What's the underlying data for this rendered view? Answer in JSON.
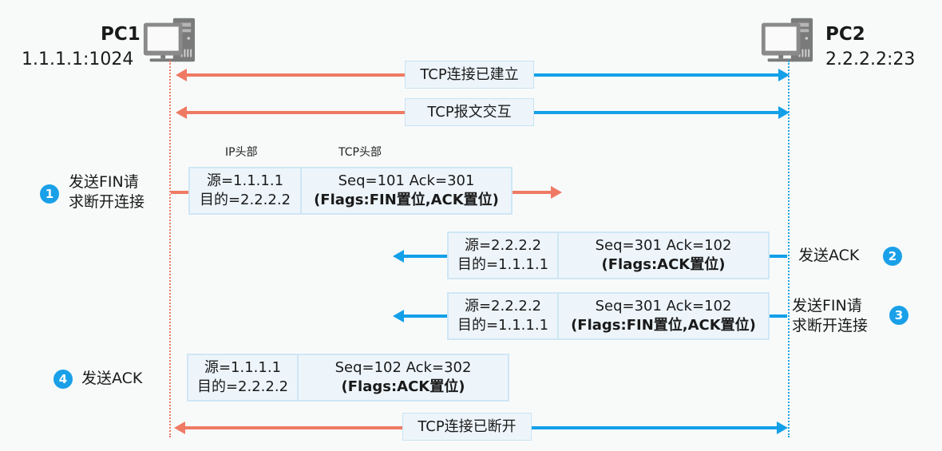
{
  "hosts": {
    "left": {
      "name": "PC1",
      "address": "1.1.1.1:1024",
      "icon": "desktop-computer-icon"
    },
    "right": {
      "name": "PC2",
      "address": "2.2.2.2:23",
      "icon": "desktop-computer-icon"
    }
  },
  "banners": {
    "established": "TCP连接已建立",
    "exchange": "TCP报文交互",
    "closed": "TCP连接已断开"
  },
  "header_labels": {
    "ip": "IP头部",
    "tcp": "TCP头部"
  },
  "steps": [
    {
      "number": "1",
      "text_line1": "发送FIN请",
      "text_line2": "求断开连接",
      "direction": "PC1 -> PC2",
      "ip_src": "源=1.1.1.1",
      "ip_dst": "目的=2.2.2.2",
      "seq_ack": "Seq=101  Ack=301",
      "flags": "(Flags:FIN置位,ACK置位)"
    },
    {
      "number": "2",
      "text_line1": "发送ACK",
      "direction": "PC2 -> PC1",
      "ip_src": "源=2.2.2.2",
      "ip_dst": "目的=1.1.1.1",
      "seq_ack": "Seq=301 Ack=102",
      "flags": "(Flags:ACK置位)"
    },
    {
      "number": "3",
      "text_line1": "发送FIN请",
      "text_line2": "求断开连接",
      "direction": "PC2 -> PC1",
      "ip_src": "源=2.2.2.2",
      "ip_dst": "目的=1.1.1.1",
      "seq_ack": "Seq=301 Ack=102",
      "flags": "(Flags:FIN置位,ACK置位)"
    },
    {
      "number": "4",
      "text_line1": "发送ACK",
      "direction": "PC1 -> PC2",
      "ip_src": "源=1.1.1.1",
      "ip_dst": "目的=2.2.2.2",
      "seq_ack": "Seq=102  Ack=302",
      "flags": "(Flags:ACK置位)"
    }
  ],
  "colors": {
    "pc1_side": "#ef7a64",
    "pc2_side": "#13a0e8",
    "packet_fill": "#edf5fb",
    "badge": "#1aa0e8",
    "icon_gray": "#7a7a7a"
  }
}
